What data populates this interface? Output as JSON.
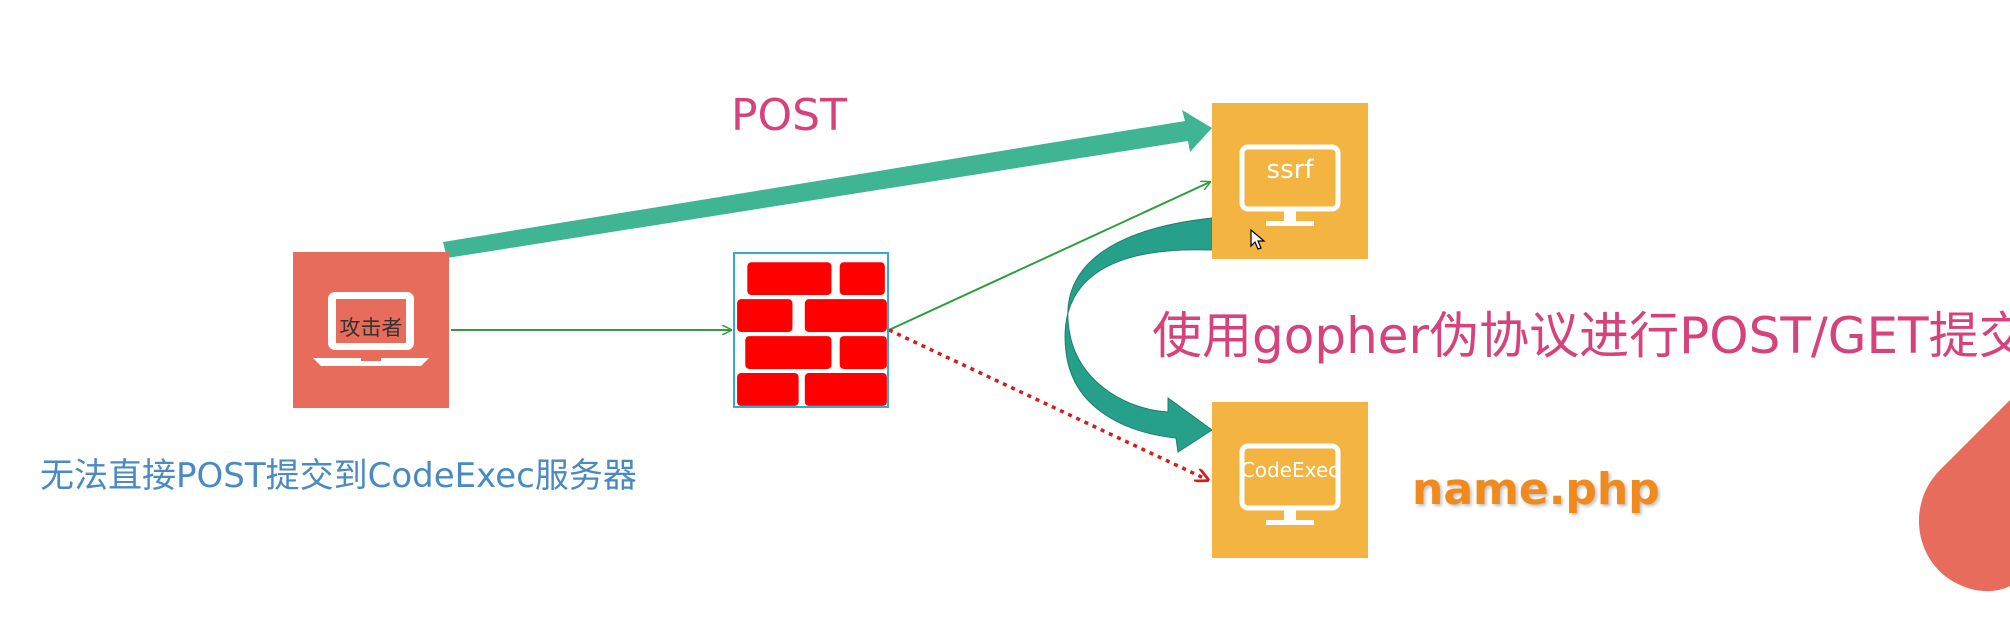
{
  "diagram": {
    "edge_label_post": "POST",
    "gopher_note": "使用gopher伪协议进行POST/GET提交",
    "blocked_note": "无法直接POST提交到CodeExec服务器",
    "target_filename": "name.php",
    "nodes": {
      "attacker": {
        "label": "攻击者",
        "icon": "laptop-icon"
      },
      "firewall": {
        "icon": "brick-wall-icon"
      },
      "ssrf": {
        "label": "ssrf",
        "icon": "monitor-icon"
      },
      "codeexec": {
        "label": "CodeExec",
        "icon": "monitor-icon"
      }
    },
    "colors": {
      "attacker_box": "#e86c5b",
      "server_box": "#f4b442",
      "post_arrow": "#3fb594",
      "gopher_arrow": "#26a08a",
      "thin_arrow": "#2e9e3f",
      "blocked_arrow": "#d01e1e",
      "brick": "#ff0000",
      "highlight_text": "#d6437c",
      "note_text": "#4a8ac3",
      "filename_text": "#f08a1c"
    }
  }
}
